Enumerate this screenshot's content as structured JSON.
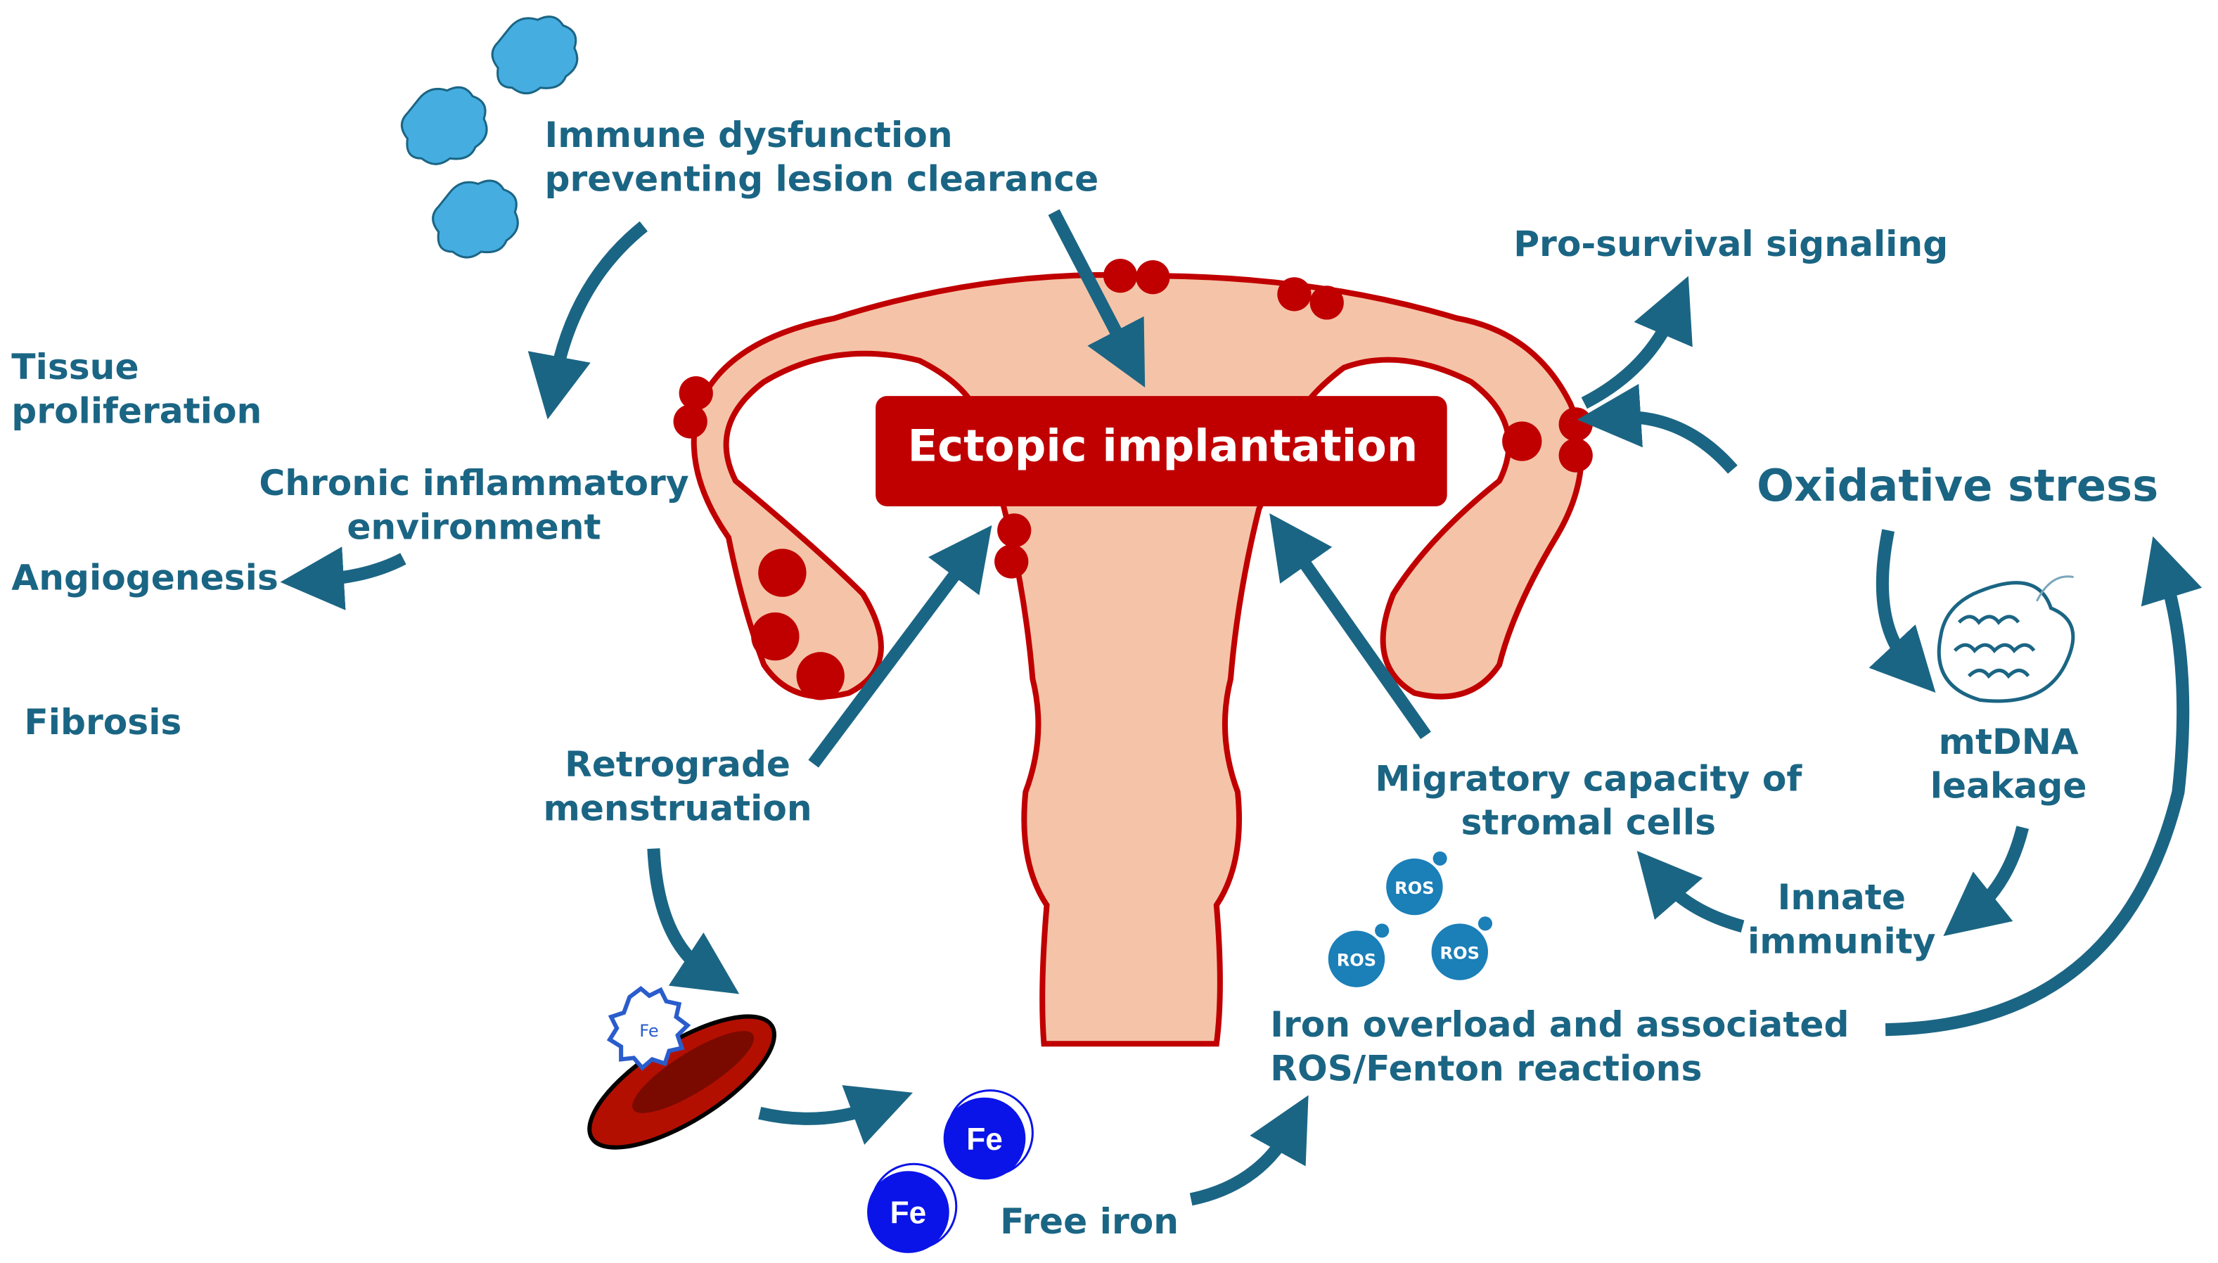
{
  "title": "Ectopic implantation",
  "labels": {
    "immune_1": "Immune dysfunction",
    "immune_2": "preventing lesion clearance",
    "pro_survival": "Pro-survival signaling",
    "tissue_1": "Tissue",
    "tissue_2": "proliferation",
    "chronic_1": "Chronic inflammatory",
    "chronic_2": "environment",
    "angiogenesis": "Angiogenesis",
    "fibrosis": "Fibrosis",
    "oxidative": "Oxidative stress",
    "mtdna_1": "mtDNA",
    "mtdna_2": "leakage",
    "retro_1": "Retrograde",
    "retro_2": "menstruation",
    "migratory_1": "Migratory capacity of",
    "migratory_2": "stromal cells",
    "innate_1": "Innate",
    "innate_2": "immunity",
    "iron_1": "Iron overload and associated",
    "iron_2": "ROS/Fenton reactions",
    "free_iron": "Free iron"
  },
  "molecules": {
    "ros": "ROS",
    "fe": "Fe"
  },
  "colors": {
    "text": "#1b6584",
    "uterus_fill": "#f5c4a8",
    "uterus_stroke": "#c00000",
    "lesion": "#c00000",
    "immune_cell": "#45ade0",
    "iron": "#0a14e8"
  }
}
